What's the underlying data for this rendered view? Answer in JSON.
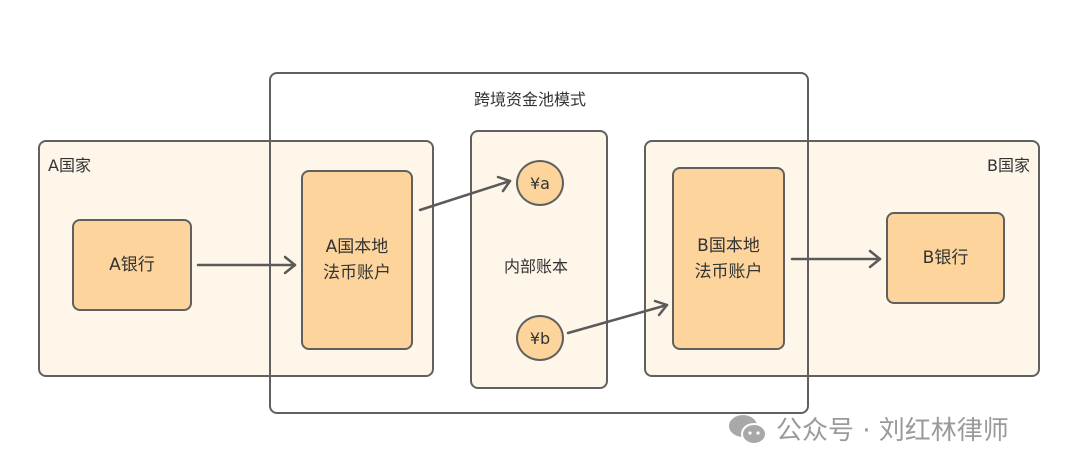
{
  "title": "跨境资金池模式",
  "country_a": {
    "label": "A国家",
    "bank": "A银行",
    "account_line1": "A国本地",
    "account_line2": "法币账户"
  },
  "country_b": {
    "label": "B国家",
    "bank": "B银行",
    "account_line1": "B国本地",
    "account_line2": "法币账户"
  },
  "ledger": {
    "label": "内部账本",
    "sub_a": "¥a",
    "sub_b": "¥b"
  },
  "watermark": "公众号 · 刘红林律师",
  "colors": {
    "border": "#606060",
    "fill": "#fdd59c",
    "background": "#fdf3e2"
  }
}
